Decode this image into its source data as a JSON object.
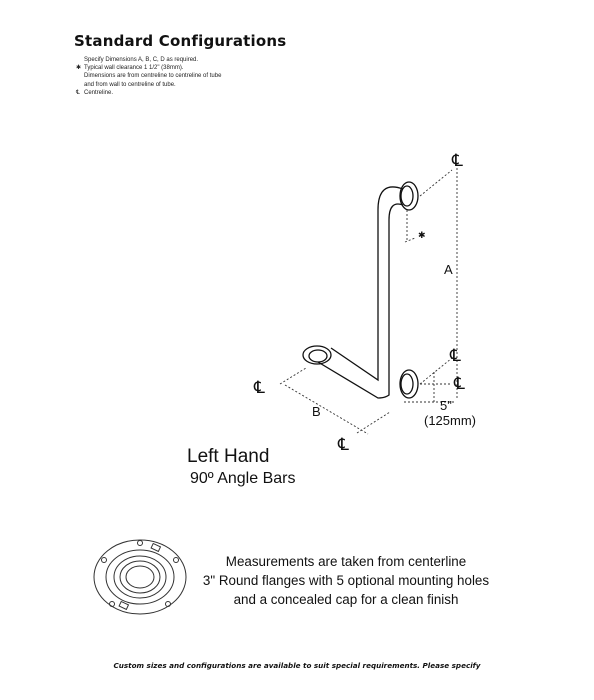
{
  "header": {
    "title": "Standard Configurations",
    "notes": {
      "specify": "Specify Dimensions A, B, C, D as required.",
      "clearance_mark": "✱",
      "clearance": "Typical wall clearance 1 1/2\" (38mm).",
      "dimensions_1": "Dimensions are from centreline to centreline of tube",
      "dimensions_2": "and from wall to centreline of tube.",
      "centreline_mark": "℄",
      "centreline": "Centreline."
    }
  },
  "drawing": {
    "centreline_symbol": "℄",
    "clearance_mark": "✱",
    "dim_a": "A",
    "dim_b": "B",
    "dim_offset": "5\"",
    "dim_offset_metric": "(125mm)",
    "hand": "Left Hand",
    "bar_type": "90º Angle Bars"
  },
  "flange_info": {
    "line1": "Measurements are taken from centerline",
    "line2": "3\" Round flanges with 5 optional mounting holes",
    "line3": "and a concealed cap for a clean finish"
  },
  "footer": {
    "text": "Custom sizes and configurations are available to suit special requirements. Please specify"
  }
}
